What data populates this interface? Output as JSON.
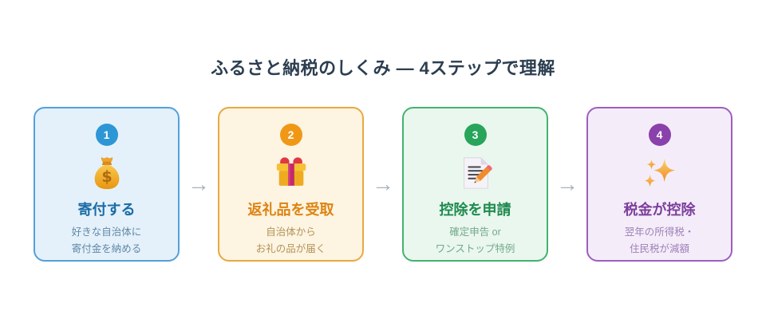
{
  "page": {
    "title": "ふるさと納税のしくみ — 4ステップで理解",
    "title_color": "#2c3e50",
    "background": "#ffffff"
  },
  "arrow": {
    "glyph": "→",
    "color": "#a9b3bc"
  },
  "steps": [
    {
      "number": "1",
      "title": "寄付する",
      "subtitle_lines": [
        "好きな自治体に",
        "寄付金を納める"
      ],
      "icon": "money-bag-icon",
      "colors": {
        "border": "#54a0d8",
        "background": "#e4f1fb",
        "badge": "#2d96d5",
        "title": "#1b6ca5",
        "subtitle": "#6189a4"
      }
    },
    {
      "number": "2",
      "title": "返礼品を受取",
      "subtitle_lines": [
        "自治体から",
        "お礼の品が届く"
      ],
      "icon": "gift-icon",
      "colors": {
        "border": "#e9a93f",
        "background": "#fdf4e2",
        "badge": "#f09816",
        "title": "#dd8411",
        "subtitle": "#b29356"
      }
    },
    {
      "number": "3",
      "title": "控除を申請",
      "subtitle_lines": [
        "確定申告 or",
        "ワンストップ特例"
      ],
      "icon": "memo-pencil-icon",
      "colors": {
        "border": "#46b170",
        "background": "#e9f7ee",
        "badge": "#27a55b",
        "title": "#1e8a4e",
        "subtitle": "#75a98c"
      }
    },
    {
      "number": "4",
      "title": "税金が控除",
      "subtitle_lines": [
        "翌年の所得税・",
        "住民税が減額"
      ],
      "icon": "sparkles-icon",
      "colors": {
        "border": "#9c5fc0",
        "background": "#f4edf9",
        "badge": "#8a41ab",
        "title": "#7c3f9c",
        "subtitle": "#9f7fb8"
      }
    }
  ]
}
